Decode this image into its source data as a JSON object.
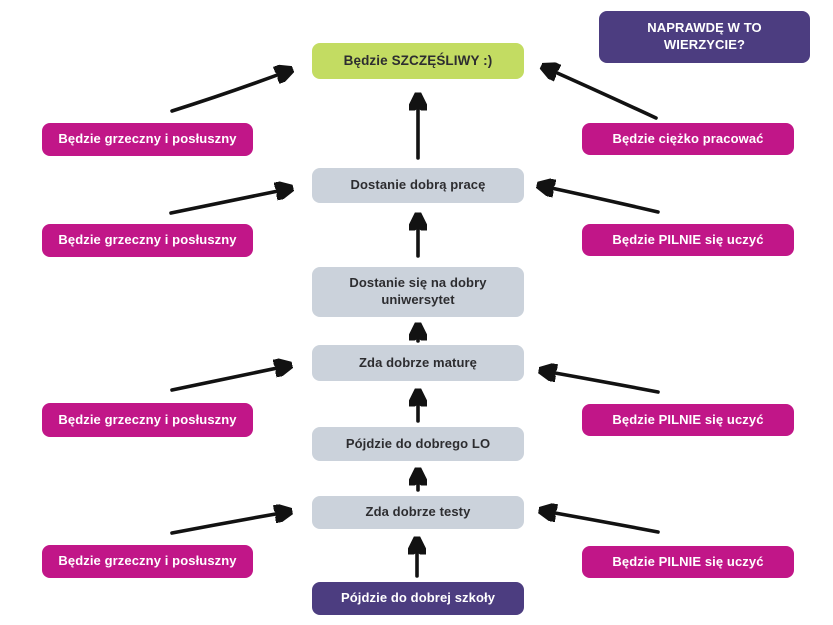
{
  "diagram": {
    "title_note": "NAPRAWDĘ W TO WIERZYCIE?",
    "colors": {
      "magenta": "#c11688",
      "purple": "#4c3d80",
      "green": "#c3dc62",
      "gray": "#cbd2db",
      "arrow": "#121212",
      "text_dark": "#2d2d30",
      "text_light": "#ffffff",
      "background": "#ffffff"
    },
    "chain": [
      {
        "id": "szkola",
        "label": "Pójdzie do dobrej szkoły",
        "style": "purple"
      },
      {
        "id": "testy",
        "label": "Zda dobrze testy",
        "style": "gray"
      },
      {
        "id": "lo",
        "label": "Pójdzie do dobrego LO",
        "style": "gray"
      },
      {
        "id": "matura",
        "label": "Zda dobrze maturę",
        "style": "gray"
      },
      {
        "id": "uniwersytet",
        "label": "Dostanie się na dobry uniwersytet",
        "style": "gray"
      },
      {
        "id": "praca",
        "label": "Dostanie dobrą pracę",
        "style": "gray"
      },
      {
        "id": "szczesliwy",
        "label": "Będzie SZCZĘŚLIWY :)",
        "style": "green"
      }
    ],
    "left_nodes": [
      {
        "label": "Będzie grzeczny i posłuszny"
      },
      {
        "label": "Będzie grzeczny i posłuszny"
      },
      {
        "label": "Będzie grzeczny i posłuszny"
      },
      {
        "label": "Będzie grzeczny i posłuszny"
      }
    ],
    "right_nodes": [
      {
        "label": "Będzie ciężko pracować"
      },
      {
        "label": "Będzie PILNIE się uczyć"
      },
      {
        "label": "Będzie PILNIE się uczyć"
      },
      {
        "label": "Będzie PILNIE się uczyć"
      }
    ]
  }
}
